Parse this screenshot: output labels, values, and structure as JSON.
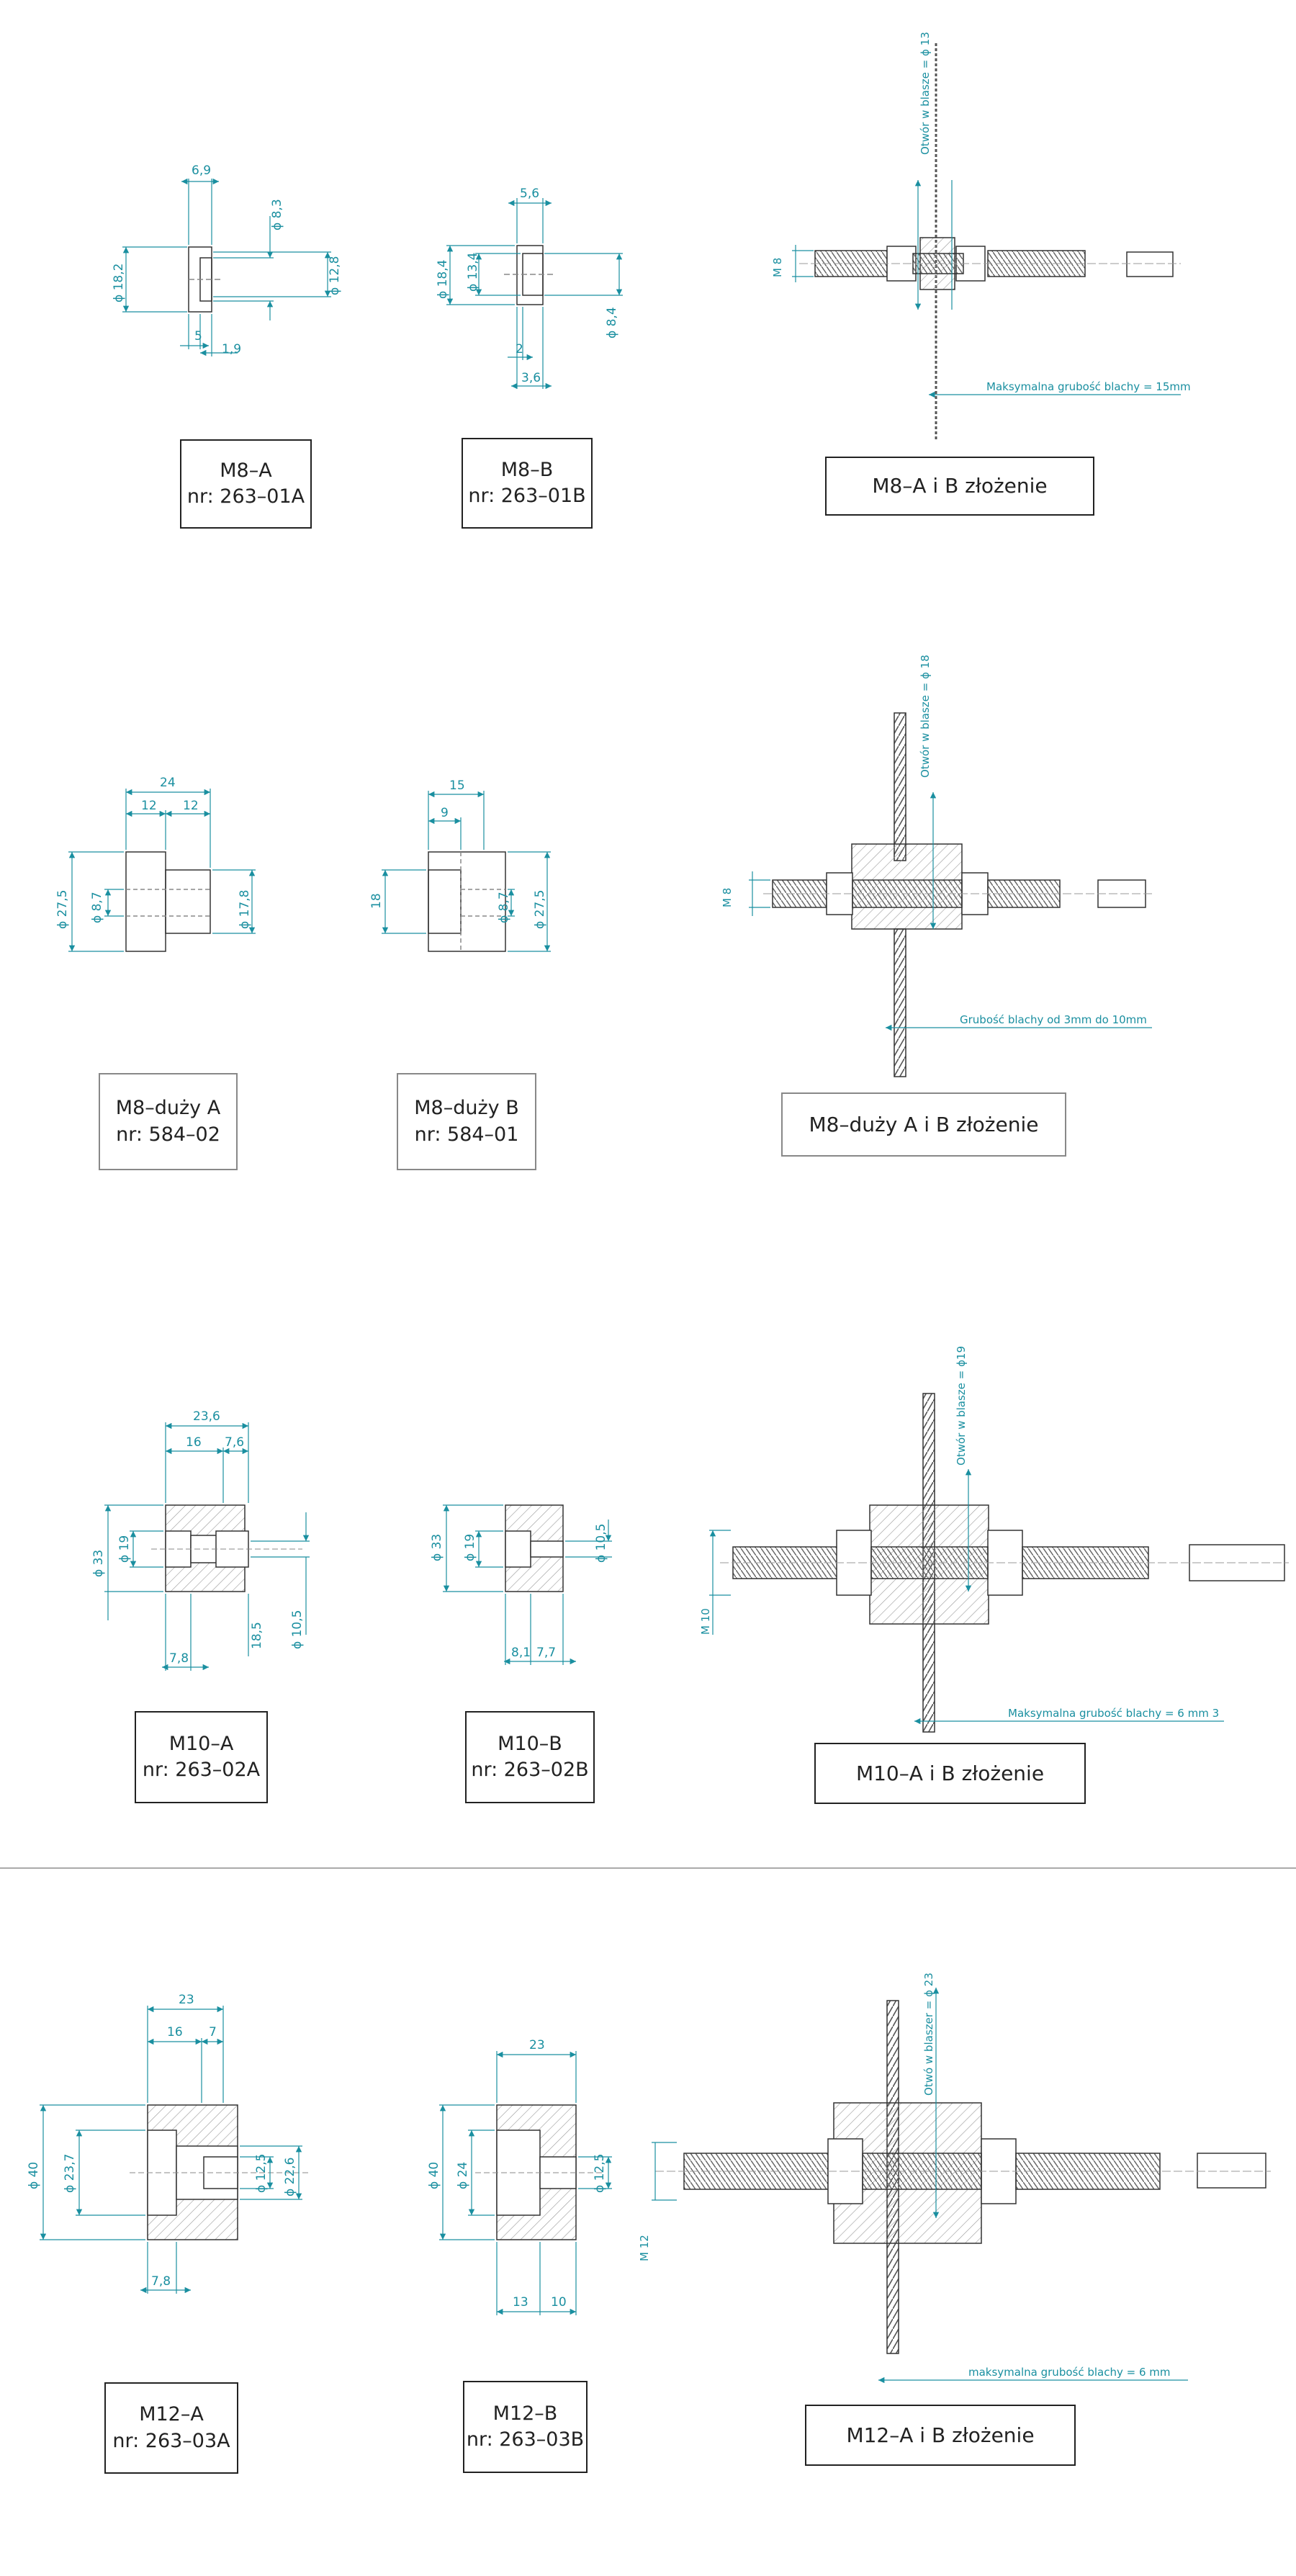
{
  "colors": {
    "dimension": "#1a8fa0",
    "outline": "#333333",
    "hatch": "#777777"
  },
  "sections": [
    {
      "id": "m8",
      "parts": [
        {
          "title": "M8–A",
          "number": "nr: 263–01A",
          "dims": {
            "top": "6,9",
            "bottom1": "5",
            "bottom2": "1,9",
            "left": "ϕ 18,2",
            "right1": "ϕ 8,3",
            "right2": "ϕ 12,8"
          }
        },
        {
          "title": "M8–B",
          "number": "nr: 263–01B",
          "dims": {
            "top": "5,6",
            "bottom1": "2",
            "bottom2": "3,6",
            "left1": "ϕ 18,4",
            "left2": "ϕ 13,4",
            "right": "ϕ 8,4"
          }
        }
      ],
      "assembly": {
        "title": "M8–A i B  złożenie",
        "hole": "Otwór w blasze = ϕ 13",
        "thread": "M 8",
        "note": "Maksymalna grubość blachy = 15mm"
      }
    },
    {
      "id": "m8-large",
      "parts": [
        {
          "title": "M8–duży A",
          "number": "nr: 584–02",
          "dims": {
            "top": "24",
            "top1": "12",
            "top2": "12",
            "left1": "ϕ 27,5",
            "left2": "ϕ 8,7",
            "right": "ϕ 17,8"
          }
        },
        {
          "title": "M8–duży B",
          "number": "nr: 584–01",
          "dims": {
            "top": "15",
            "top1": "9",
            "left": "18",
            "right1": "ϕ 8,7",
            "right2": "ϕ 27,5"
          }
        }
      ],
      "assembly": {
        "title": "M8–duży A i B  złożenie",
        "hole": "Otwór w blasze = ϕ 18",
        "thread": "M 8",
        "note": "Grubość blachy od 3mm do 10mm"
      }
    },
    {
      "id": "m10",
      "parts": [
        {
          "title": "M10–A",
          "number": "nr: 263–02A",
          "dims": {
            "top": "23,6",
            "top1": "16",
            "top2": "7,6",
            "left1": "ϕ 33",
            "left2": "ϕ 19",
            "bottom": "7,8",
            "right1": "18,5",
            "right2": "ϕ 10,5"
          }
        },
        {
          "title": "M10–B",
          "number": "nr: 263–02B",
          "dims": {
            "left1": "ϕ 33",
            "left2": "ϕ 19",
            "right": "ϕ 10,5",
            "bottom1": "8,1",
            "bottom2": "7,7"
          }
        }
      ],
      "assembly": {
        "title": "M10–A i B  złożenie",
        "hole": "Otwór w blasze = ϕ19",
        "thread": "M 10",
        "note": "Maksymalna grubość blachy = 6 mm  3"
      }
    },
    {
      "id": "m12",
      "parts": [
        {
          "title": "M12–A",
          "number": "nr: 263–03A",
          "dims": {
            "top": "23",
            "top1": "16",
            "top2": "7",
            "left1": "ϕ 40",
            "left2": "ϕ 23,7",
            "right1": "ϕ 12,5",
            "right2": "ϕ 22,6",
            "bottom": "7,8"
          }
        },
        {
          "title": "M12–B",
          "number": "nr: 263–03B",
          "dims": {
            "top": "23",
            "left1": "ϕ 40",
            "left2": "ϕ 24",
            "right": "ϕ 12,5",
            "bottom1": "13",
            "bottom2": "10"
          }
        }
      ],
      "assembly": {
        "title": "M12–A i B  złożenie",
        "hole": "Otwó w blaszer = ϕ 23",
        "thread": "M 12",
        "note": "maksymalna grubość blachy = 6 mm"
      }
    }
  ]
}
